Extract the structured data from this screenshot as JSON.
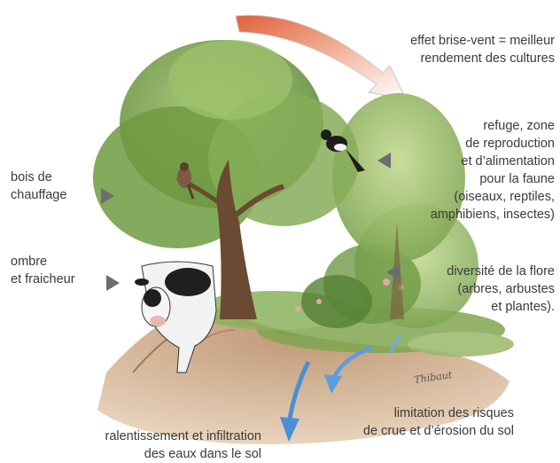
{
  "labels": {
    "windbreak": [
      "effet brise-vent = meilleur",
      "rendement des cultures"
    ],
    "refuge": [
      "refuge, zone",
      "de reproduction",
      "et d’alimentation",
      "pour la faune",
      "(oiseaux, reptiles,",
      "amphibiens, insectes)"
    ],
    "firewood": [
      "bois de",
      "chauffage"
    ],
    "shade": [
      "ombre",
      "et fraicheur"
    ],
    "flora": [
      "diversité de la flore",
      "(arbres, arbustes",
      "et plantes)."
    ],
    "flood": [
      "limitation des risques",
      "de crue et d’érosion du sol"
    ],
    "infiltration": [
      "ralentissement et infiltration",
      "des eaux dans le sol"
    ]
  },
  "signature": "Thibaut",
  "colors": {
    "text": "#3a3a3a",
    "pointer": "#6d6d6d",
    "wind_arrow_start": "#e0603a",
    "wind_arrow_end": "#ffffff",
    "water_arrow": "#4a8fd6",
    "soil": "#c9a47f",
    "foliage": "#6f9a45"
  },
  "icons": [
    "wind-arrow-icon",
    "water-arrow-icon",
    "bird-icon",
    "magpie-icon",
    "cow-icon",
    "tree-icon",
    "pointer-triangle-icon"
  ]
}
